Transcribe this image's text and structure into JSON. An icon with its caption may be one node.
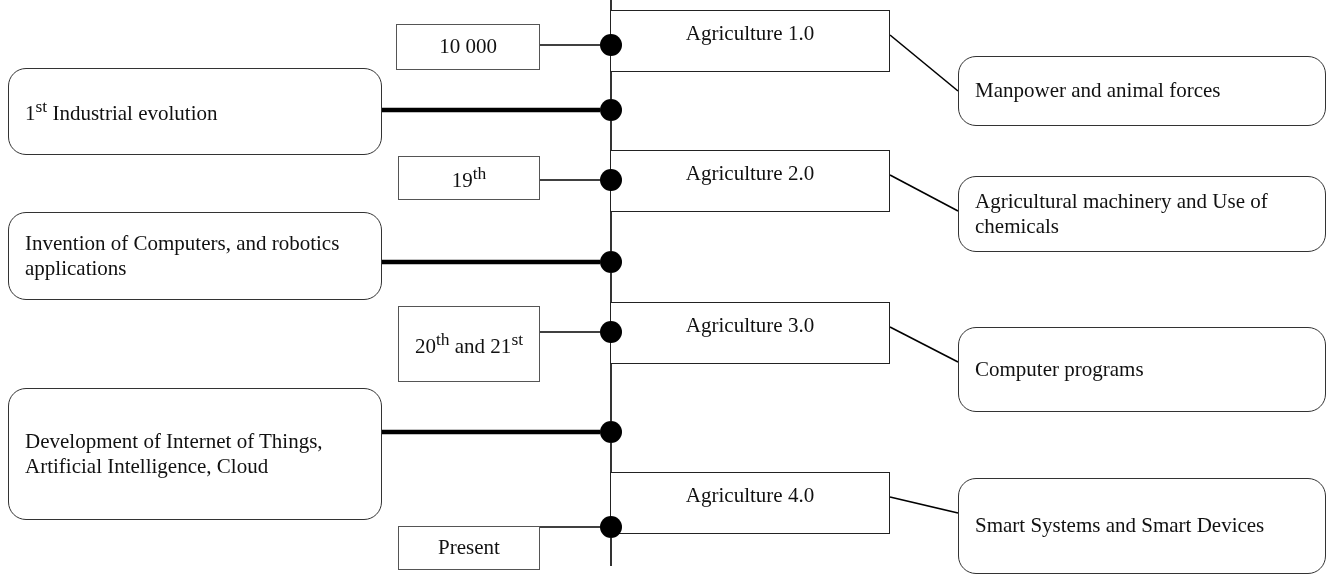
{
  "diagram": {
    "nodes": [
      {
        "text": [
          "10 000"
        ]
      },
      {
        "text": [],
        "shape": "circle"
      },
      {
        "text": [
          "Agriculture 1.0"
        ]
      },
      {
        "text": [
          "Manpower and animal forces"
        ]
      },
      {
        "text": [
          "1$^{st}$ Industrial evolution"
        ]
      },
      {
        "text": [],
        "shape": "circle"
      },
      {
        "text": [
          "19$^{th}$"
        ]
      },
      {
        "text": [],
        "shape": "circle"
      },
      {
        "text": [
          "Agriculture 2.0"
        ]
      },
      {
        "text": [
          "Agricultural machinery and Use of chemicals"
        ]
      },
      {
        "text": [
          "Invention of Computers, and robotics applications"
        ]
      },
      {
        "text": [],
        "shape": "circle"
      },
      {
        "text": [
          "20$^{th}$ and 21$^{st}$"
        ]
      },
      {
        "text": [],
        "shape": "circle"
      },
      {
        "text": [
          "Agriculture 3.0"
        ]
      },
      {
        "text": [
          "Computer programs"
        ]
      },
      {
        "text": [
          "Development of Internet of Things, Artificial Intelligence, Cloud"
        ]
      },
      {
        "text": [],
        "shape": "circle"
      },
      {
        "text": [
          "Agriculture 4.0"
        ]
      },
      {
        "text": [
          "Smart Systems and Smart Devices"
        ]
      },
      {
        "text": [
          "Present"
        ]
      },
      {
        "text": [],
        "shape": "circle"
      }
    ],
    "edges": [
      {
        "from": 0,
        "to": 1,
        "arrow": "none"
      },
      {
        "from": 2,
        "to": 3,
        "arrow": "none"
      },
      {
        "from": 4,
        "to": 5,
        "arrow": "none",
        "style": "thick"
      },
      {
        "from": 6,
        "to": 7,
        "arrow": "none"
      },
      {
        "from": 8,
        "to": 9,
        "arrow": "none"
      },
      {
        "from": 10,
        "to": 11,
        "arrow": "none",
        "style": "thick"
      },
      {
        "from": 12,
        "to": 13,
        "arrow": "none"
      },
      {
        "from": 14,
        "to": 15,
        "arrow": "none"
      },
      {
        "from": 16,
        "to": 17,
        "arrow": "none",
        "style": "thick"
      },
      {
        "from": 18,
        "to": 19,
        "arrow": "none"
      },
      {
        "from": 20,
        "to": 21,
        "arrow": "none"
      },
      {
        "from": 1,
        "to": 5,
        "arrow": "none"
      },
      {
        "from": 5,
        "to": 7,
        "arrow": "none"
      },
      {
        "from": 7,
        "to": 11,
        "arrow": "none"
      },
      {
        "from": 11,
        "to": 13,
        "arrow": "none"
      },
      {
        "from": 13,
        "to": 17,
        "arrow": "none"
      },
      {
        "from": 17,
        "to": 21,
        "arrow": "none"
      }
    ]
  }
}
